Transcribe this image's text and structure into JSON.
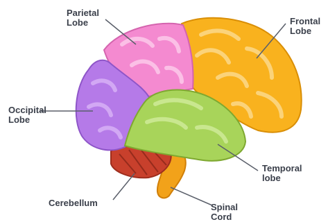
{
  "labels": {
    "parietal": {
      "line1": "Parietal",
      "line2": "Lobe"
    },
    "frontal": {
      "line1": "Frontal",
      "line2": "Lobe"
    },
    "occipital": {
      "line1": "Occipital",
      "line2": "Lobe"
    },
    "temporal": {
      "line1": "Temporal",
      "line2": "lobe"
    },
    "cerebellum": {
      "line1": "Cerebellum"
    },
    "spinal": {
      "line1": "Spinal",
      "line2": "Cord"
    }
  },
  "colors": {
    "parietal": "#f48ad0",
    "frontal": "#f9b21e",
    "occipital": "#b57ae8",
    "temporal": "#a8d45a",
    "cerebellum": "#c8402c",
    "spinal_cord": "#f2a21a",
    "leader_line": "#5a5f6a",
    "label_text": "#3a3f4a"
  }
}
